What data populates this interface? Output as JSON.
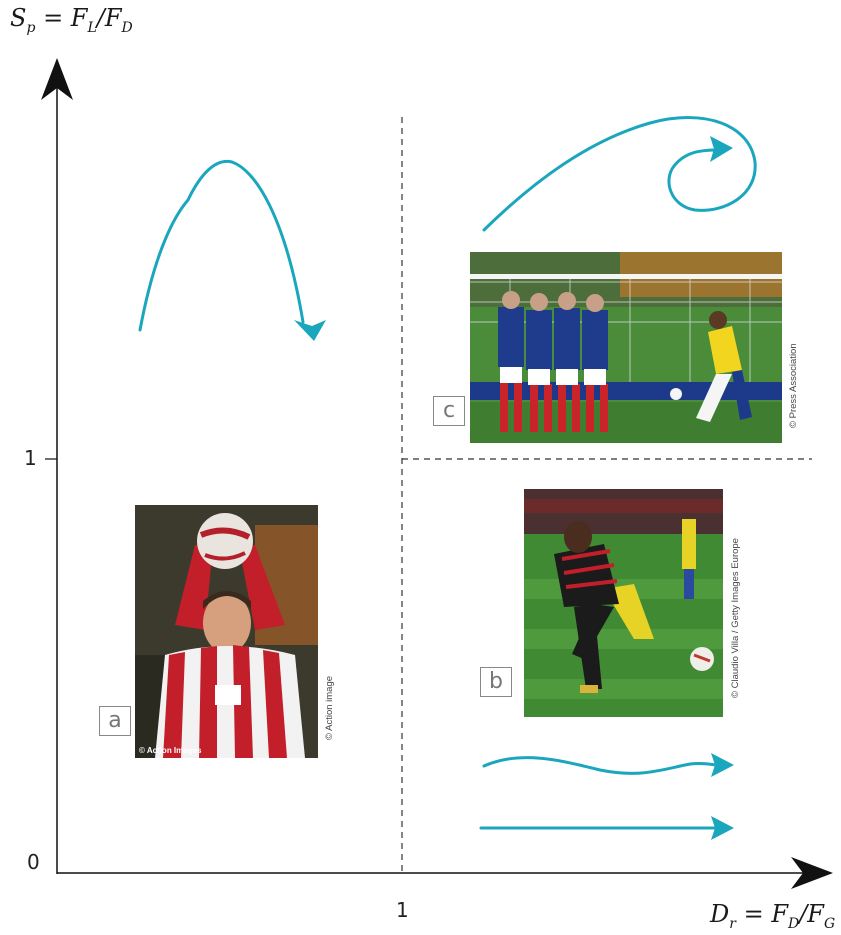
{
  "axes": {
    "y_label": {
      "main": "S",
      "sub": "p",
      "eq": "= F",
      "f1sub": "L",
      "slash": "/F",
      "f2sub": "D"
    },
    "x_label": {
      "main": "D",
      "sub": "r",
      "eq": "= F",
      "f1sub": "D",
      "slash": "/F",
      "f2sub": "G"
    },
    "origin_tick": "0",
    "y_tick": "1",
    "x_tick": "1"
  },
  "panels": {
    "a": {
      "letter": "a",
      "credit": "© Action image",
      "watermark": "© Action Images"
    },
    "b": {
      "letter": "b",
      "credit": "© Claudio Villa / Getty Images Europe"
    },
    "c": {
      "letter": "c",
      "credit": "© Press Association"
    }
  },
  "colors": {
    "arrow": "#1aa6bd",
    "axis": "#111111",
    "divider": "#333333"
  }
}
